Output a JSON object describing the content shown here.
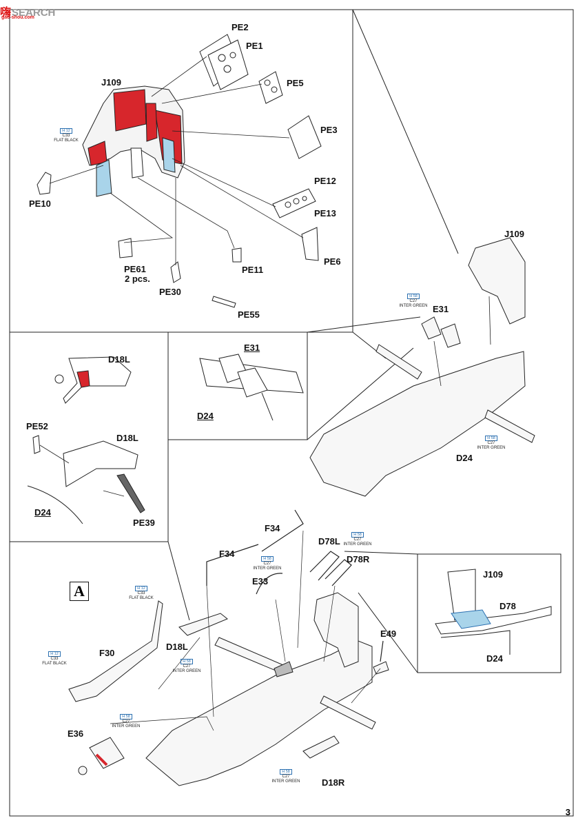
{
  "watermark": {
    "chinese": "嗨",
    "english": "SEARCH",
    "url": "gao-shou.com"
  },
  "page_number": "3",
  "step_letter": "A",
  "top_panel": {
    "labels": {
      "pe2": "PE2",
      "pe1": "PE1",
      "j109": "J109",
      "pe5": "PE5",
      "pe3": "PE3",
      "pe12": "PE12",
      "pe13": "PE13",
      "pe10": "PE10",
      "pe61": "PE61",
      "pe61_qty": "2 pcs.",
      "pe11": "PE11",
      "pe6": "PE6",
      "pe30": "PE30",
      "pe55": "PE55"
    },
    "paint_flat_black": {
      "h": "H 12",
      "c": "C33",
      "name": "FLAT BLACK"
    }
  },
  "right_assembly": {
    "labels": {
      "j109": "J109",
      "e31": "E31",
      "d24": "D24"
    },
    "paint_inter_green": {
      "h": "H 58",
      "c": "C27",
      "name": "INTER GREEN"
    }
  },
  "left_details": {
    "labels": {
      "d18l_a": "D18L",
      "pe52": "PE52",
      "d18l_b": "D18L",
      "d24": "D24",
      "pe39": "PE39"
    }
  },
  "mid_detail": {
    "labels": {
      "e31": "E31",
      "d24": "D24"
    }
  },
  "bottom_assembly": {
    "labels": {
      "f34_a": "F34",
      "f34_b": "F34",
      "d78l": "D78L",
      "d78r": "D78R",
      "e33": "E33",
      "f30": "F30",
      "d18l": "D18L",
      "e49": "E49",
      "e36": "E36",
      "d18r": "D18R"
    },
    "paint_flat_black": {
      "h": "H 12",
      "c": "C33",
      "name": "FLAT BLACK"
    },
    "paint_inter_green": {
      "h": "H 58",
      "c": "C27",
      "name": "INTER GREEN"
    }
  },
  "inset_detail": {
    "labels": {
      "j109": "J109",
      "d78": "D78",
      "d24": "D24"
    }
  },
  "colors": {
    "highlight_red": "#d7262c",
    "paint_blue": "#2a6fb0",
    "part_blue": "#a9d4ea"
  }
}
